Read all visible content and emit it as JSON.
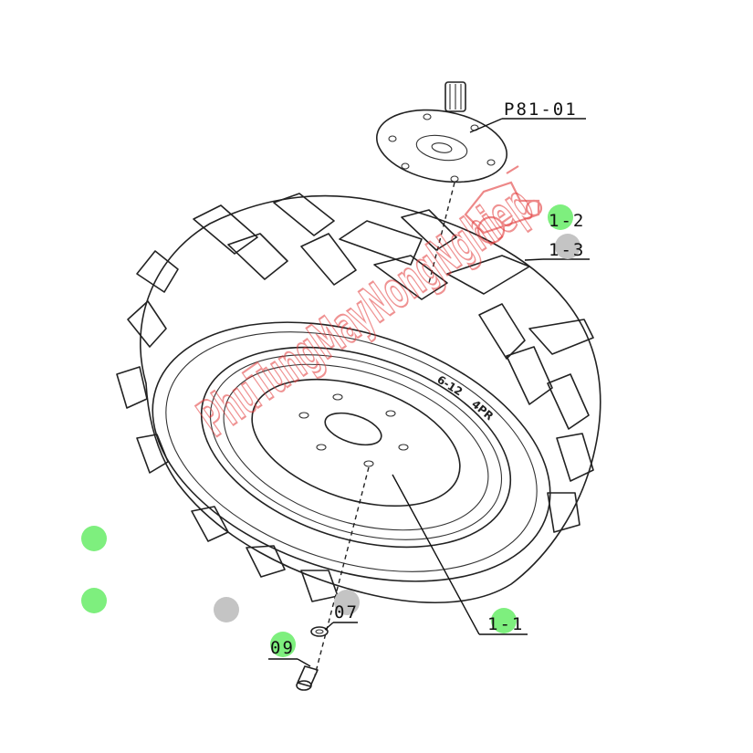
{
  "callouts": {
    "hub": "P81-01",
    "part_1_2": "1-2",
    "part_1_3": "1-3",
    "rim": "1-1",
    "washer": "07",
    "bolt": "09"
  },
  "tire_sidewall_text": {
    "size": "6-12",
    "ply": "4PR"
  },
  "watermark": {
    "text": "PhuTungMayNongNghiep"
  },
  "colors": {
    "highlight_green": "#7eef7e",
    "highlight_gray": "#c4c4c4",
    "watermark_red": "#e23a3a",
    "line": "#222222"
  }
}
